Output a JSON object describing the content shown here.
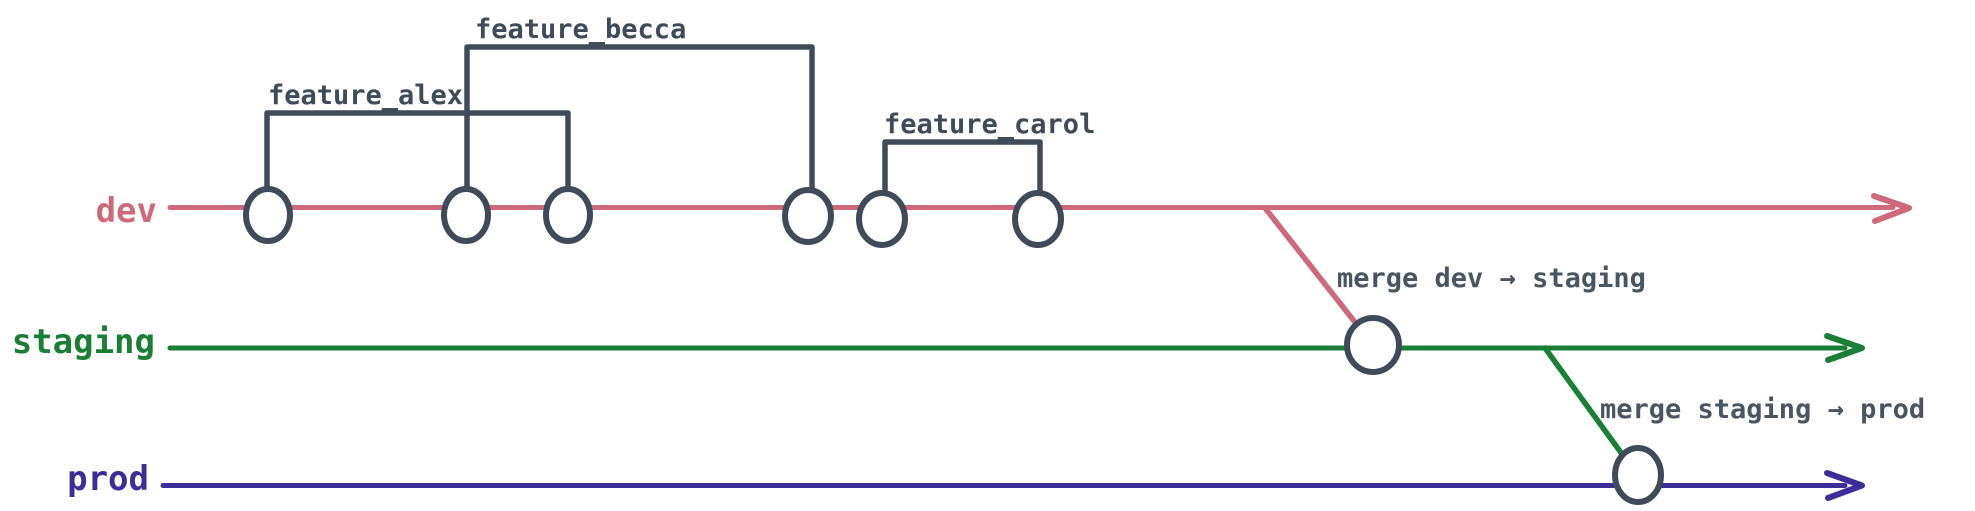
{
  "colors": {
    "dev": "#cd697a",
    "staging": "#1a7e37",
    "prod": "#3c2e98",
    "stroke": "#404b59",
    "annotation": "#4a5562",
    "background": "#ffffff"
  },
  "branches": {
    "dev": {
      "label": "dev",
      "commit_count": 6
    },
    "staging": {
      "label": "staging",
      "commit_count": 1
    },
    "prod": {
      "label": "prod",
      "commit_count": 1
    }
  },
  "features": {
    "alex": {
      "label": "feature_alex",
      "commits_spanned": 2
    },
    "becca": {
      "label": "feature_becca",
      "commits_spanned": 2
    },
    "carol": {
      "label": "feature_carol",
      "commits_spanned": 2
    }
  },
  "merges": {
    "dev_to_staging": {
      "label": "merge dev → staging"
    },
    "staging_to_prod": {
      "label": "merge staging → prod"
    }
  }
}
